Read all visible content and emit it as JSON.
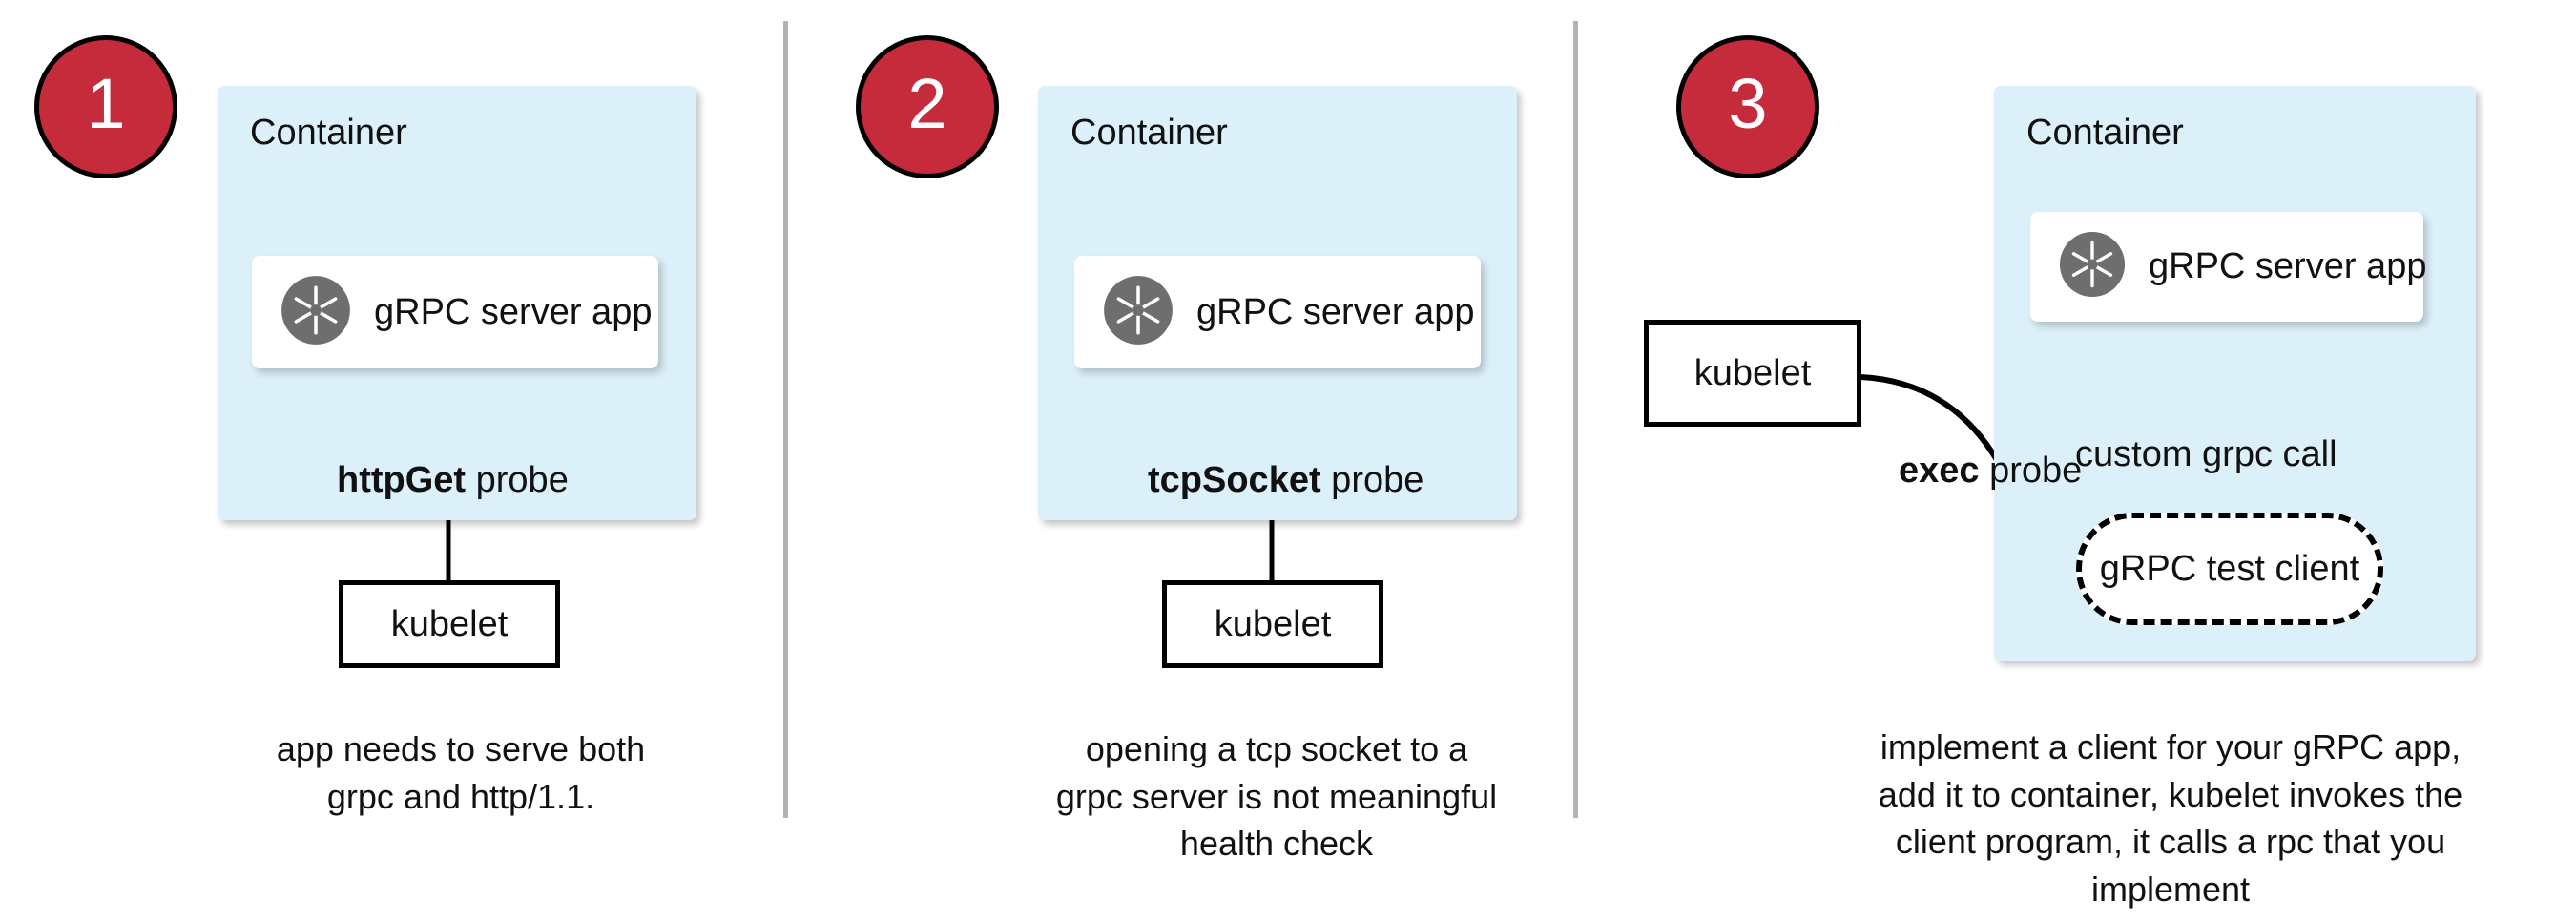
{
  "figure": {
    "title": "gRPC health-probe approaches in Kubernetes",
    "background_color": "#ffffff",
    "badge_color": "#c62b3b",
    "container_fill": "#dcf0fa",
    "divider_color": "#b3b3b3",
    "icon_color": "#6e6e6e"
  },
  "panels": [
    {
      "number": "1",
      "container_label": "Container",
      "app_label": "gRPC server app",
      "app_icon": "grpc-aperture-icon",
      "probe_label_bold": "httpGet",
      "probe_label_rest": " probe",
      "kubelet_label": "kubelet",
      "caption": "app needs to serve both grpc and http/1.1."
    },
    {
      "number": "2",
      "container_label": "Container",
      "app_label": "gRPC server app",
      "app_icon": "grpc-aperture-icon",
      "probe_label_bold": "tcpSocket",
      "probe_label_rest": " probe",
      "kubelet_label": "kubelet",
      "caption": "opening a tcp socket to a grpc server is not meaningful health check"
    },
    {
      "number": "3",
      "container_label": "Container",
      "app_label": "gRPC server app",
      "app_icon": "grpc-aperture-icon",
      "probe_label_bold": "exec",
      "probe_label_rest": " probe",
      "kubelet_label": "kubelet",
      "client_label": "gRPC test client",
      "call_label": "custom grpc call",
      "caption": "implement a client for your gRPC app, add it to container, kubelet invokes the client program, it calls a rpc that you implement"
    }
  ]
}
